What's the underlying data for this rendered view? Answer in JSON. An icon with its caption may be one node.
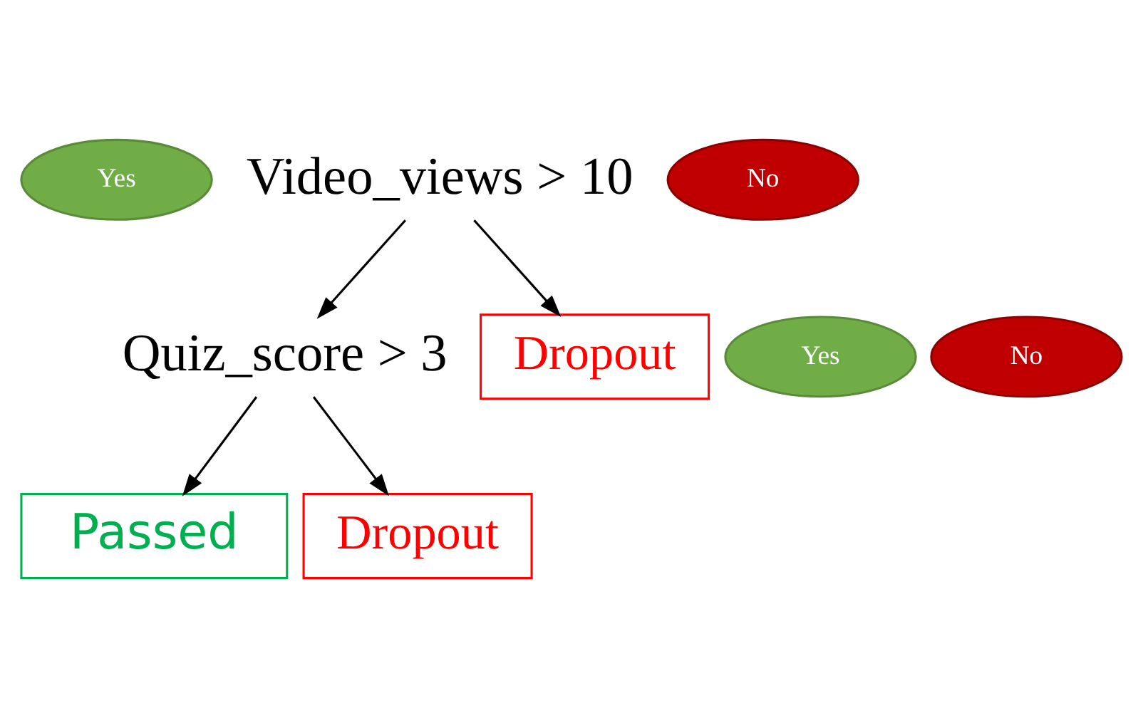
{
  "diagram": {
    "nodes": [
      {
        "text": [
          "Yes"
        ]
      },
      {
        "text": [
          "Video_views > 10"
        ]
      },
      {
        "text": [
          "No"
        ]
      },
      {
        "text": [
          "Yes"
        ]
      },
      {
        "text": [
          "Quiz_score > 3"
        ]
      },
      {
        "text": [
          "No"
        ]
      },
      {
        "text": [
          "Dropout"
        ]
      },
      {
        "text": [
          "Passed"
        ]
      },
      {
        "text": [
          "Dropout"
        ]
      }
    ],
    "edges": [
      {
        "from": 1,
        "to": 4,
        "arrow": "to"
      },
      {
        "from": 1,
        "to": 6,
        "arrow": "to"
      },
      {
        "from": 4,
        "to": 7,
        "arrow": "to"
      },
      {
        "from": 4,
        "to": 8,
        "arrow": "to"
      }
    ]
  }
}
